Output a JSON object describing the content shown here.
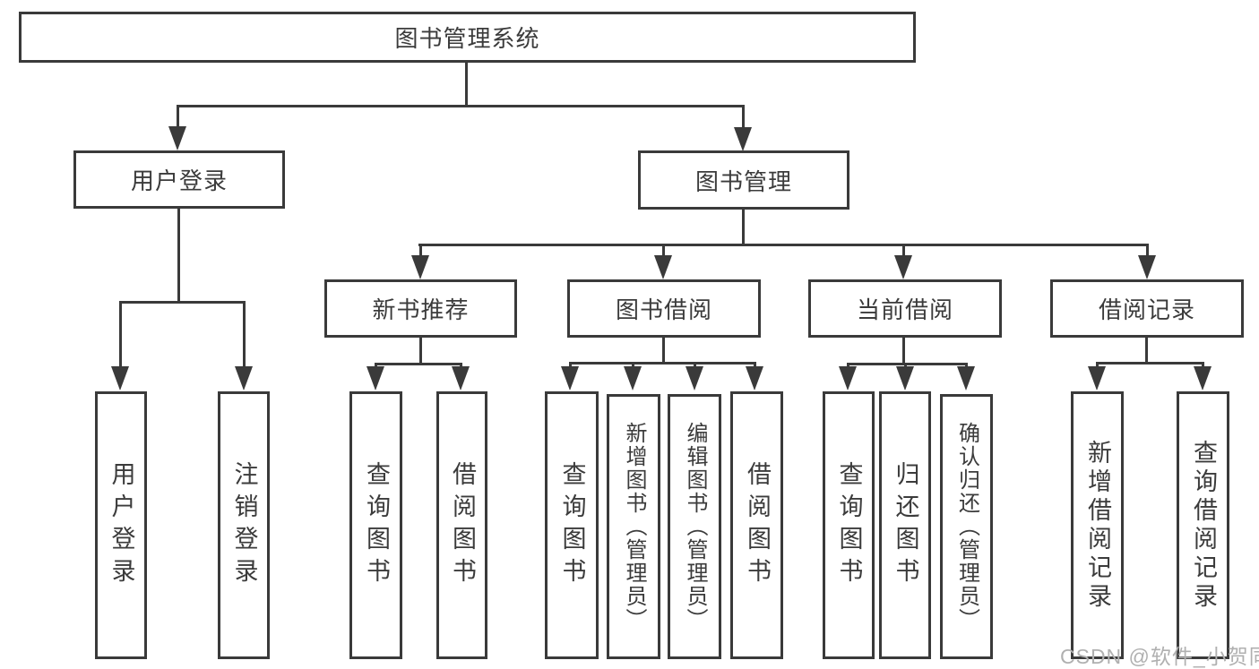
{
  "diagram_title": "图书管理系统",
  "tree": {
    "root": {
      "label": "图书管理系统",
      "children": [
        {
          "label": "用户登录",
          "children": [
            {
              "label": "用户登录"
            },
            {
              "label": "注销登录"
            }
          ]
        },
        {
          "label": "图书管理",
          "children": [
            {
              "label": "新书推荐",
              "children": [
                {
                  "label": "查询图书"
                },
                {
                  "label": "借阅图书"
                }
              ]
            },
            {
              "label": "图书借阅",
              "children": [
                {
                  "label": "查询图书"
                },
                {
                  "label": "新增图书（管理员）"
                },
                {
                  "label": "编辑图书（管理员）"
                },
                {
                  "label": "借阅图书"
                }
              ]
            },
            {
              "label": "当前借阅",
              "children": [
                {
                  "label": "查询图书"
                },
                {
                  "label": "归还图书"
                },
                {
                  "label": "确认归还（管理员）"
                }
              ]
            },
            {
              "label": "借阅记录",
              "children": [
                {
                  "label": "新增借阅记录"
                },
                {
                  "label": "查询借阅记录"
                }
              ]
            }
          ]
        }
      ]
    }
  },
  "watermark": {
    "text": "CSDN @软件_小贺同学",
    "color": "#b0b0b0"
  },
  "colors": {
    "line": "#3a3a3a",
    "text": "#3b3b3b",
    "background": "#ffffff"
  }
}
